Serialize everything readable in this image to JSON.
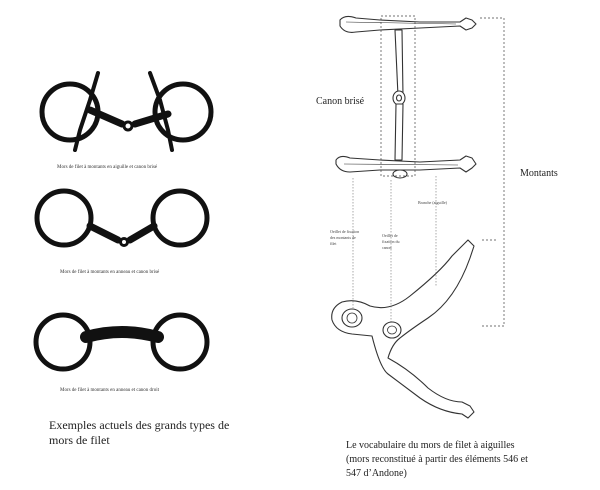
{
  "left_panel": {
    "bit_1_caption": "Mors de filet à montants en aiguille et canon brisé",
    "bit_2_caption": "Mors de filet à montants en anneau et canon brisé",
    "bit_3_caption": "Mors de filet à montants en anneau et canon droit",
    "title_line_1": "Exemples actuels des grands types de",
    "title_line_2": "mors de filet"
  },
  "right_panel": {
    "label_canon": "Canon brisé",
    "label_montants": "Montants",
    "label_branche": "Branche (aiguille)",
    "label_oeillet_montants_1": "Oeillet de fixation",
    "label_oeillet_montants_2": "des montants de",
    "label_oeillet_montants_3": "filet",
    "label_oeillet_canon_1": "Oeillet de",
    "label_oeillet_canon_2": "fixation du",
    "label_oeillet_canon_3": "canon",
    "caption_line_1": "Le vocabulaire du mors de filet à aiguilles",
    "caption_line_2": "(mors reconstitué à partir des éléments 546 et",
    "caption_line_3": "547 d’Andone)"
  },
  "colors": {
    "ink": "#111111",
    "line": "#555555",
    "dashed": "#444444"
  }
}
